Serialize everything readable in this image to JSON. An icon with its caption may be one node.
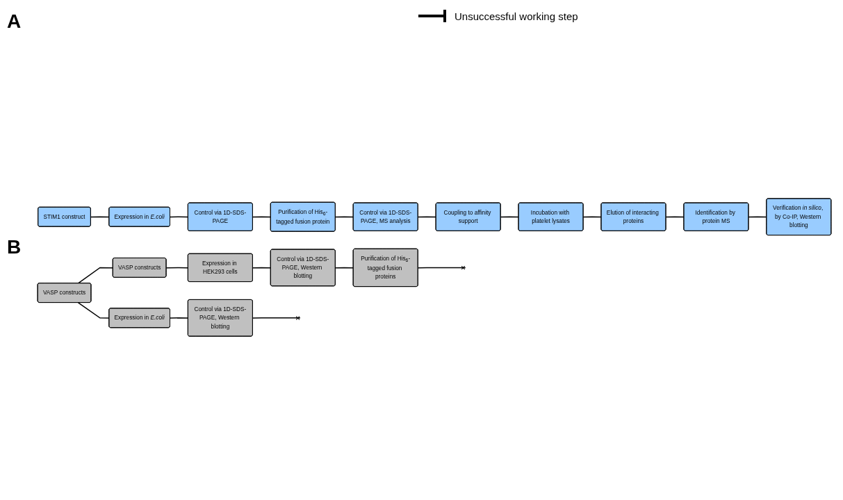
{
  "diagram": {
    "nodes": [
      {
        "text": [
          "VASP constructs"
        ]
      },
      {
        "text": [
          "Expression in *E.coli*"
        ]
      },
      {
        "text": [
          "Control via 1D-SDS-PAGE, Western blotting"
        ]
      },
      {
        "text": [
          "VASP constructs"
        ]
      },
      {
        "text": [
          "Expression in HEK293 cells"
        ]
      },
      {
        "text": [
          "Control via 1D-SDS-PAGE, Western blotting"
        ]
      },
      {
        "text": [
          "Purification of His$_{6}$-tagged fusion proteins"
        ]
      },
      {
        "text": [
          "STIM1 construct"
        ]
      },
      {
        "text": [
          "Expression in *E.coli*"
        ]
      },
      {
        "text": [
          "Control via 1D-SDS-PAGE"
        ]
      },
      {
        "text": [
          "Purification of His$_{6}$-tagged fusion protein"
        ]
      },
      {
        "text": [
          "Control via 1D-SDS-PAGE, MS analysis"
        ]
      },
      {
        "text": [
          "Verification *in silico*, by Co-IP, Western blotting"
        ]
      },
      {
        "text": [
          "Identification by protein MS"
        ]
      },
      {
        "text": [
          "Elution of interacting proteins"
        ]
      },
      {
        "text": [
          "Incubation with platelet lysates"
        ]
      },
      {
        "text": [
          "Coupling to affinity support"
        ]
      }
    ],
    "edges": [
      {
        "from": 0,
        "to": 1,
        "arrow": "none"
      },
      {
        "from": 0,
        "to": 3,
        "arrow": "none"
      },
      {
        "from": 1,
        "to": 2,
        "arrow": "none"
      },
      {
        "from": 2,
        "to": null,
        "arrow": "other"
      },
      {
        "from": 3,
        "to": 4,
        "arrow": "none"
      },
      {
        "from": 4,
        "to": 5,
        "arrow": "none"
      },
      {
        "from": 5,
        "to": 6,
        "arrow": "none"
      },
      {
        "from": 6,
        "to": null,
        "arrow": "other"
      },
      {
        "from": 7,
        "to": 8,
        "arrow": "none"
      },
      {
        "from": 8,
        "to": 9,
        "arrow": "none"
      },
      {
        "from": 9,
        "to": 10,
        "arrow": "none"
      },
      {
        "from": 10,
        "to": 11,
        "arrow": "none"
      },
      {
        "from": 11,
        "to": 16,
        "arrow": "none"
      },
      {
        "from": 16,
        "to": 15,
        "arrow": "none"
      },
      {
        "from": 15,
        "to": 14,
        "arrow": "none"
      },
      {
        "from": 14,
        "to": 13,
        "arrow": "none"
      },
      {
        "from": 13,
        "to": 12,
        "arrow": "none"
      }
    ],
    "labels": [
      "A",
      "B"
    ],
    "legend": [
      {
        "text": "Unsuccessful working step"
      }
    ]
  }
}
